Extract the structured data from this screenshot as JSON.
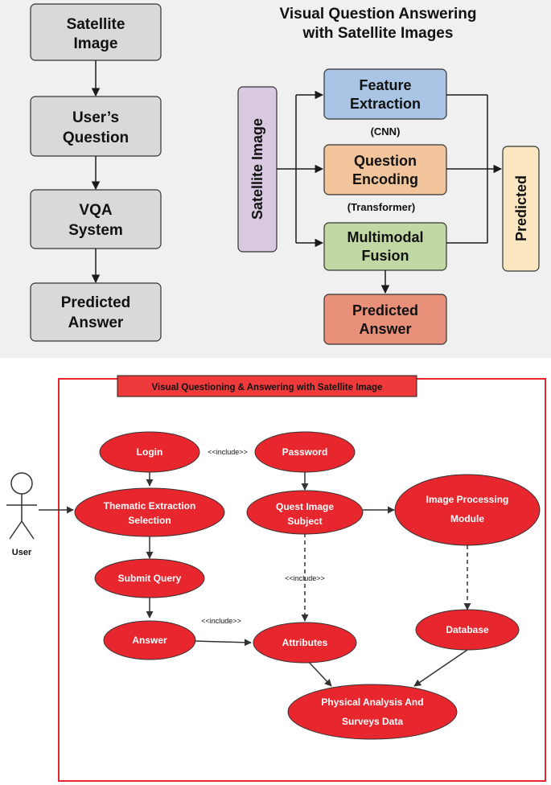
{
  "top_diagram": {
    "title_line1": "Visual Question Answering",
    "title_line2": "with Satellite Images",
    "left_flow": [
      {
        "line1": "Satellite",
        "line2": "Image"
      },
      {
        "line1": "User’s",
        "line2": "Question"
      },
      {
        "line1": "VQA",
        "line2": "System"
      },
      {
        "line1": "Predicted",
        "line2": "Answer"
      }
    ],
    "input_label": "Satellite Image",
    "feature_extraction": {
      "line1": "Feature",
      "line2": "Extraction",
      "note": "(CNN)"
    },
    "question_encoding": {
      "line1": "Question",
      "line2": "Encoding",
      "note": "(Transformer)"
    },
    "multimodal_fusion": {
      "line1": "Multimodal",
      "line2": "Fusion"
    },
    "predicted_answer": {
      "line1": "Predicted",
      "line2": "Answer"
    },
    "predicted_label": "Predicted",
    "colors": {
      "grey_box": "#d9d9d9",
      "purple_box": "#d8c8e0",
      "blue_box": "#a9c4e4",
      "orange_box": "#f2c49c",
      "green_box": "#c1d8a5",
      "red_box": "#e8907a",
      "yellow_box": "#fbe6c2"
    }
  },
  "usecase_diagram": {
    "title": "Visual Questioning & Answering with Satellite Image",
    "actor_label": "User",
    "nodes": {
      "login": "Login",
      "password": "Password",
      "thematic_line1": "Thematic Extraction",
      "thematic_line2": "Selection",
      "quest_line1": "Quest Image",
      "quest_line2": "Subject",
      "image_proc_line1": "Image Processing",
      "image_proc_line2": "Module",
      "submit_query": "Submit Query",
      "answer": "Answer",
      "attributes": "Attributes",
      "database": "Database",
      "physical_line1": "Physical Analysis And",
      "physical_line2": "Surveys Data"
    },
    "include_labels": [
      "<<include>>",
      "<<include>>",
      "<<include>>"
    ],
    "colors": {
      "ellipse": "#e8262e",
      "frame": "#e8262e",
      "title_bg": "#ee3a3a"
    }
  }
}
